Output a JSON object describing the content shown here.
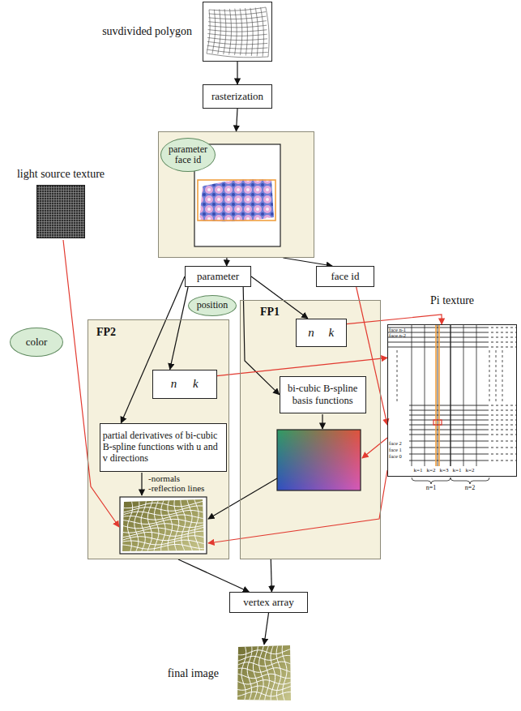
{
  "diagram": {
    "nodes": [
      {
        "text": [
          "suvdivided polygon"
        ]
      },
      {
        "text": [
          "rasterization"
        ]
      },
      {
        "text": [
          "parameter face id"
        ]
      },
      {
        "text": [
          "parameter"
        ]
      },
      {
        "text": [
          "face id"
        ]
      },
      {
        "text": [
          "light source texture"
        ]
      },
      {
        "text": [
          "color"
        ]
      },
      {
        "text": [
          "position"
        ]
      },
      {
        "text": [
          "FP2"
        ]
      },
      {
        "text": [
          "n k"
        ],
        "in": 8
      },
      {
        "text": [
          "partial derivatives of bi-cubic B-spline functions with u and v directions"
        ],
        "in": 8
      },
      {
        "text": [
          "FP1"
        ]
      },
      {
        "text": [
          "n k"
        ],
        "in": 11
      },
      {
        "text": [
          "bi-cubic B-spline basis functions"
        ],
        "in": 11
      },
      {
        "text": [
          "Pi texture"
        ]
      },
      {
        "text": [
          "vertex array"
        ]
      },
      {
        "text": [
          "final image"
        ]
      }
    ],
    "edges": [
      {
        "from": 0,
        "to": 1,
        "arrow": "to"
      },
      {
        "from": 1,
        "to": 2,
        "arrow": "to"
      },
      {
        "from": 2,
        "to": 3,
        "arrow": "to"
      },
      {
        "from": 2,
        "to": 4,
        "arrow": "to"
      },
      {
        "from": 3,
        "to": 10,
        "arrow": "to"
      },
      {
        "from": 3,
        "to": 9,
        "arrow": "to"
      },
      {
        "from": 3,
        "to": 12,
        "arrow": "to"
      },
      {
        "from": 3,
        "to": 13,
        "arrow": "to"
      },
      {
        "from": 8,
        "to": 15,
        "arrow": "to"
      },
      {
        "from": 11,
        "to": 15,
        "arrow": "to"
      },
      {
        "from": 15,
        "to": 16,
        "arrow": "to"
      },
      {
        "from": 4,
        "to": 14,
        "arrow": "to"
      },
      {
        "from": 12,
        "to": 14,
        "arrow": "to"
      },
      {
        "from": 9,
        "to": 14,
        "arrow": "to"
      }
    ],
    "labels": [
      "-normals",
      "-reflection lines",
      "face n-1",
      "face n-2",
      "face 2",
      "face 1",
      "face 0",
      "k=1",
      "k=2",
      "k=3",
      "k=1",
      "k=2",
      "n=1",
      "n=2"
    ]
  }
}
